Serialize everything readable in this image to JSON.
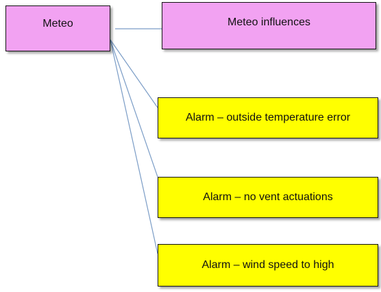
{
  "diagram": {
    "nodes": {
      "meteo": "Meteo",
      "meteo_influences": "Meteo influences",
      "alarm_temperature": "Alarm – outside temperature error",
      "alarm_vent": "Alarm – no vent actuations",
      "alarm_wind": "Alarm – wind speed to high"
    },
    "edges": [
      {
        "from": "meteo",
        "to": "meteo_influences"
      },
      {
        "from": "meteo",
        "to": "alarm_temperature"
      },
      {
        "from": "meteo",
        "to": "alarm_vent"
      },
      {
        "from": "meteo",
        "to": "alarm_wind"
      }
    ],
    "colors": {
      "pink_node": "#f2a2f2",
      "yellow_node": "#ffff00",
      "connector": "#7a9cc6",
      "border": "#111111"
    }
  }
}
